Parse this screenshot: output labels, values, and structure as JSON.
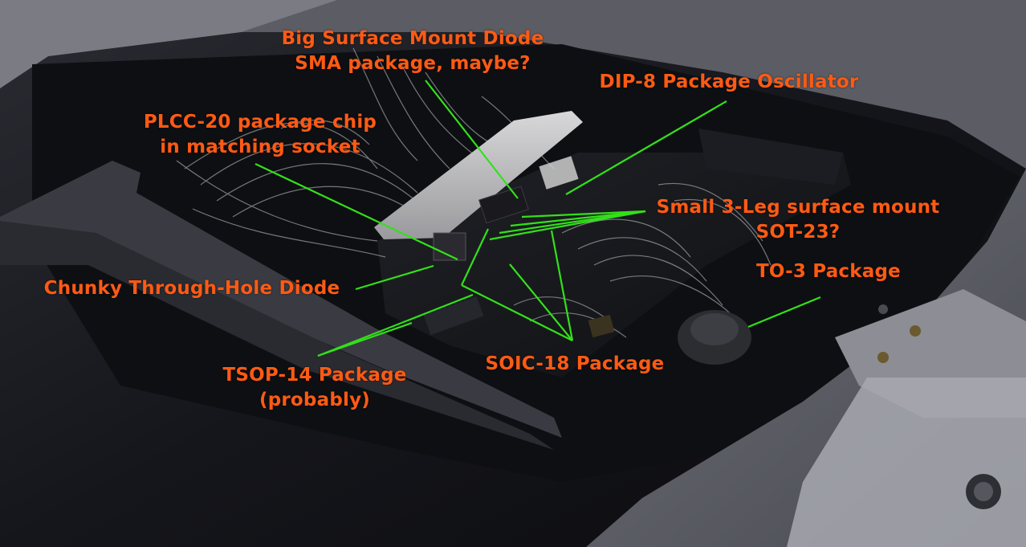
{
  "colors": {
    "label_text": "#ff5a14",
    "leader_line": "#33e01a",
    "background": "#0d0d10"
  },
  "annotations": {
    "sma_diode": {
      "line1": "Big Surface Mount Diode",
      "line2": "SMA package, maybe?"
    },
    "dip8": {
      "line1": "DIP-8 Package Oscillator"
    },
    "plcc20": {
      "line1": "PLCC-20 package chip",
      "line2": "in matching socket"
    },
    "sot23": {
      "line1": "Small 3-Leg surface mount",
      "line2": "SOT-23?"
    },
    "to3": {
      "line1": "TO-3 Package"
    },
    "chunky_diode": {
      "line1": "Chunky Through-Hole Diode"
    },
    "tsop14": {
      "line1": "TSOP-14 Package",
      "line2": "(probably)"
    },
    "soic18": {
      "line1": "SOIC-18 Package"
    }
  }
}
